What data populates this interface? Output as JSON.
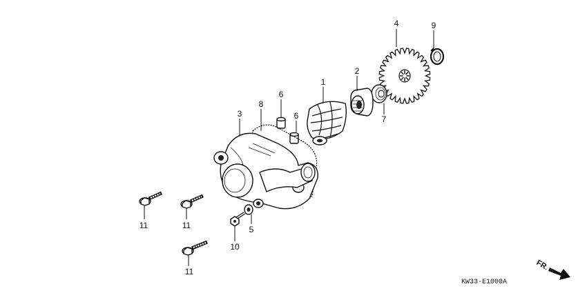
{
  "diagram": {
    "callouts": {
      "c1": "1",
      "c2": "2",
      "c3": "3",
      "c4": "4",
      "c5": "5",
      "c6a": "6",
      "c6b": "6",
      "c7": "7",
      "c8": "8",
      "c9": "9",
      "c10": "10",
      "c11a": "11",
      "c11b": "11",
      "c11c": "11"
    },
    "part_code": "KW33-E1000A",
    "front_label": "FR."
  }
}
